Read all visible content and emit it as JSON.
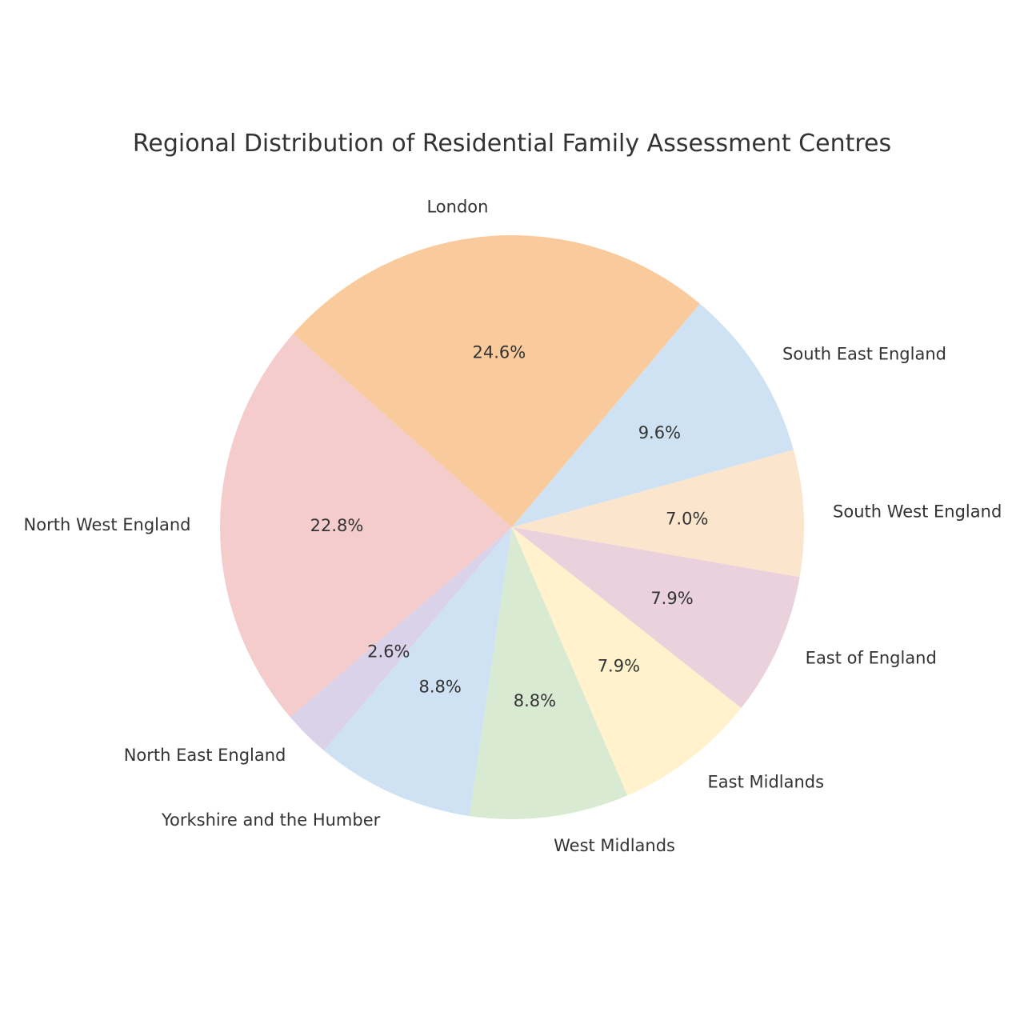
{
  "chart_data": {
    "type": "pie",
    "title": "Regional Distribution of Residential Family Assessment Centres",
    "start_angle_deg": 138.5,
    "direction": "counterclockwise",
    "slices": [
      {
        "label": "North West England",
        "value": 22.8,
        "pct_label": "22.8%",
        "color": "#F4CCCC"
      },
      {
        "label": "North East England",
        "value": 2.6,
        "pct_label": "2.6%",
        "color": "#D9D2E9"
      },
      {
        "label": "Yorkshire and the Humber",
        "value": 8.8,
        "pct_label": "8.8%",
        "color": "#CFE2F3"
      },
      {
        "label": "West Midlands",
        "value": 8.8,
        "pct_label": "8.8%",
        "color": "#D9EAD3"
      },
      {
        "label": "East Midlands",
        "value": 7.9,
        "pct_label": "7.9%",
        "color": "#FFF2CC"
      },
      {
        "label": "East of England",
        "value": 7.9,
        "pct_label": "7.9%",
        "color": "#EAD1DC"
      },
      {
        "label": "South West England",
        "value": 7.0,
        "pct_label": "7.0%",
        "color": "#FCE5CD"
      },
      {
        "label": "South East England",
        "value": 9.6,
        "pct_label": "9.6%",
        "color": "#CFE2F3"
      },
      {
        "label": "London",
        "value": 24.6,
        "pct_label": "24.6%",
        "color": "#F9CB9C"
      }
    ]
  }
}
